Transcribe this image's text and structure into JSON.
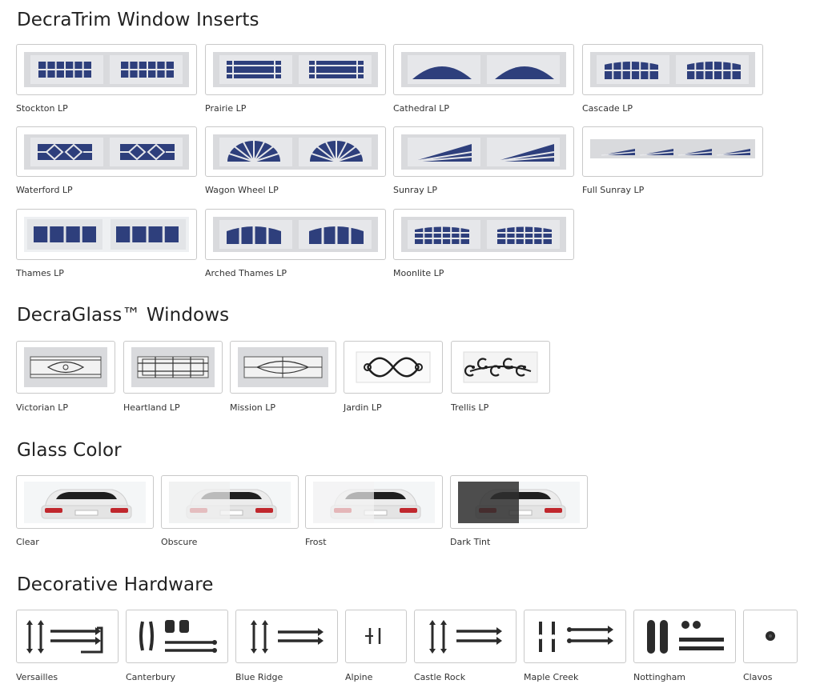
{
  "sections": {
    "decratrim": {
      "title": "DecraTrim Window Inserts",
      "items": [
        {
          "label": "Stockton LP",
          "pattern": "stockton"
        },
        {
          "label": "Prairie LP",
          "pattern": "prairie"
        },
        {
          "label": "Cathedral LP",
          "pattern": "cathedral"
        },
        {
          "label": "Cascade LP",
          "pattern": "cascade"
        },
        {
          "label": "Waterford LP",
          "pattern": "waterford"
        },
        {
          "label": "Wagon Wheel LP",
          "pattern": "wagonwheel"
        },
        {
          "label": "Sunray LP",
          "pattern": "sunray"
        },
        {
          "label": "Full Sunray LP",
          "pattern": "fullsunray"
        },
        {
          "label": "Thames LP",
          "pattern": "thames"
        },
        {
          "label": "Arched Thames LP",
          "pattern": "archedthames"
        },
        {
          "label": "Moonlite LP",
          "pattern": "moonlite"
        }
      ]
    },
    "decraglass": {
      "title": "DecraGlass™ Windows",
      "items": [
        {
          "label": "Victorian LP",
          "pattern": "victorian"
        },
        {
          "label": "Heartland LP",
          "pattern": "heartland"
        },
        {
          "label": "Mission LP",
          "pattern": "mission"
        },
        {
          "label": "Jardin LP",
          "pattern": "jardin"
        },
        {
          "label": "Trellis LP",
          "pattern": "trellis"
        }
      ]
    },
    "glasscolor": {
      "title": "Glass Color",
      "items": [
        {
          "label": "Clear",
          "tint": "clear"
        },
        {
          "label": "Obscure",
          "tint": "obscure"
        },
        {
          "label": "Frost",
          "tint": "frost"
        },
        {
          "label": "Dark Tint",
          "tint": "dark"
        }
      ]
    },
    "hardware": {
      "title": "Decorative Hardware",
      "items": [
        {
          "label": "Versailles",
          "style": "versailles"
        },
        {
          "label": "Canterbury",
          "style": "canterbury"
        },
        {
          "label": "Blue Ridge",
          "style": "blueridge"
        },
        {
          "label": "Alpine",
          "style": "alpine"
        },
        {
          "label": "Castle Rock",
          "style": "castlerock"
        },
        {
          "label": "Maple Creek",
          "style": "maplecreek"
        },
        {
          "label": "Nottingham",
          "style": "nottingham"
        },
        {
          "label": "Clavos",
          "style": "clavos"
        }
      ]
    }
  },
  "colors": {
    "glass_blue": "#2e3f7c",
    "frame_gray": "#d9dadd",
    "hardware_black": "#2b2b2b",
    "border": "#c9c9c9"
  }
}
